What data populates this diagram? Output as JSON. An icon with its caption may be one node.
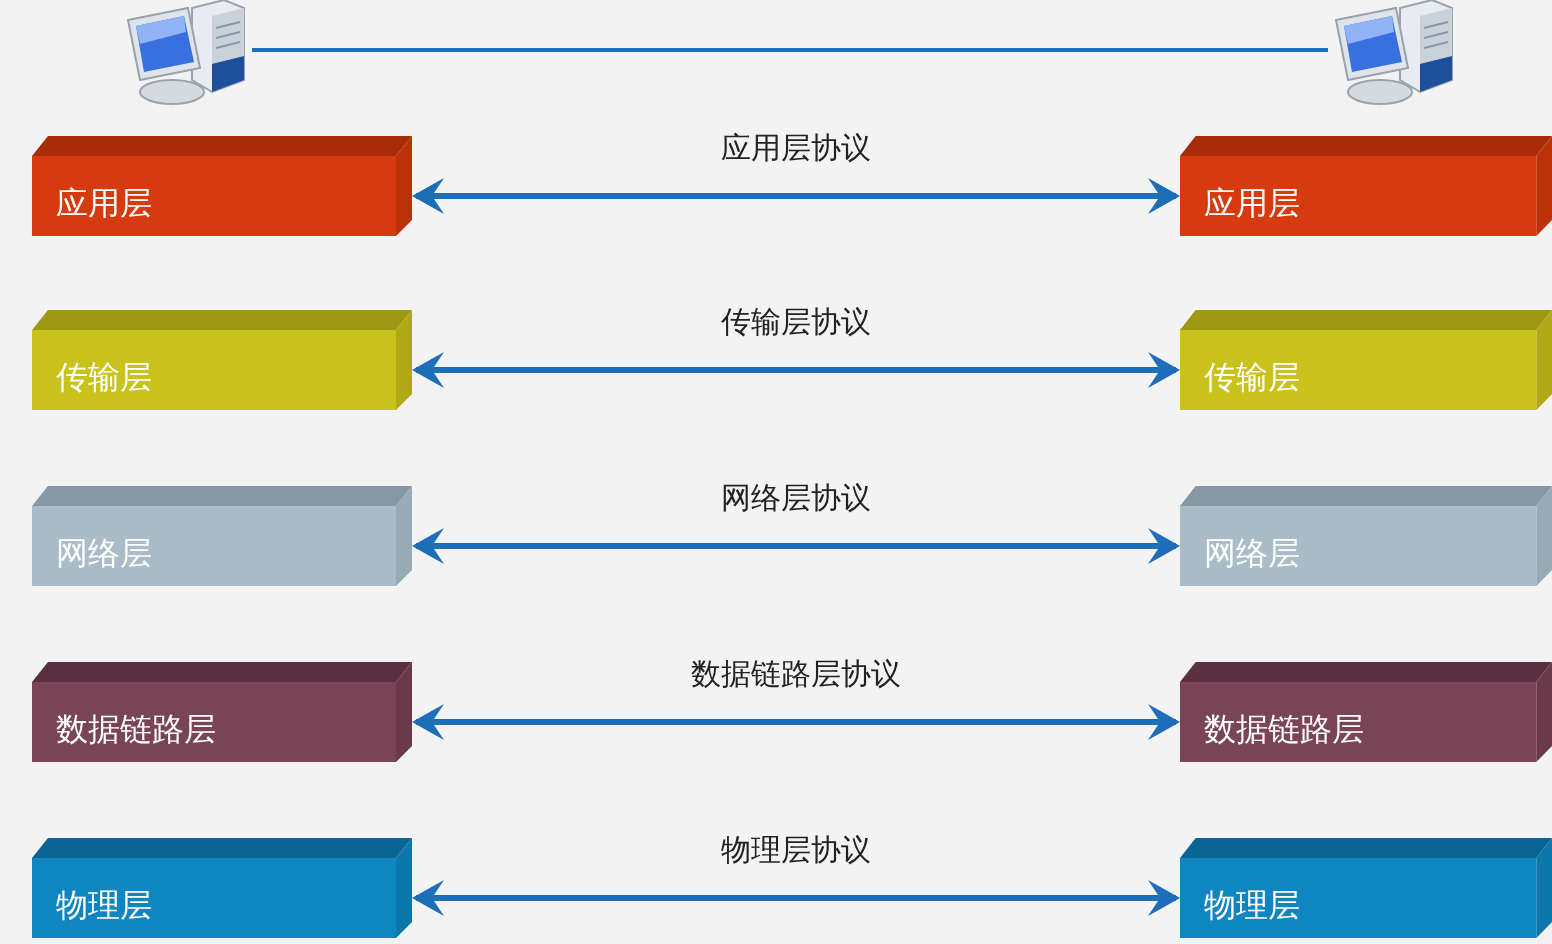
{
  "diagram": {
    "nodes": [
      {
        "text": [],
        "shape": "picture"
      },
      {
        "text": [],
        "shape": "picture"
      },
      {
        "text": [
          "应用层"
        ]
      },
      {
        "text": [
          "应用层"
        ]
      },
      {
        "text": [
          "传输层"
        ]
      },
      {
        "text": [
          "传输层"
        ]
      },
      {
        "text": [
          "网络层"
        ]
      },
      {
        "text": [
          "网络层"
        ]
      },
      {
        "text": [
          "数据链路层"
        ]
      },
      {
        "text": [
          "数据链路层"
        ]
      },
      {
        "text": [
          "物理层"
        ]
      },
      {
        "text": [
          "物理层"
        ]
      }
    ],
    "edges": [
      {
        "from": 0,
        "to": 1,
        "arrow": "none"
      },
      {
        "from": 2,
        "to": 3,
        "arrow": "both",
        "label": "应用层协议"
      },
      {
        "from": 4,
        "to": 5,
        "arrow": "both",
        "label": "传输层协议"
      },
      {
        "from": 6,
        "to": 7,
        "arrow": "both",
        "label": "网络层协议"
      },
      {
        "from": 8,
        "to": 9,
        "arrow": "both",
        "label": "数据链路层协议"
      },
      {
        "from": 10,
        "to": 11,
        "arrow": "both",
        "label": "物理层协议"
      }
    ]
  }
}
